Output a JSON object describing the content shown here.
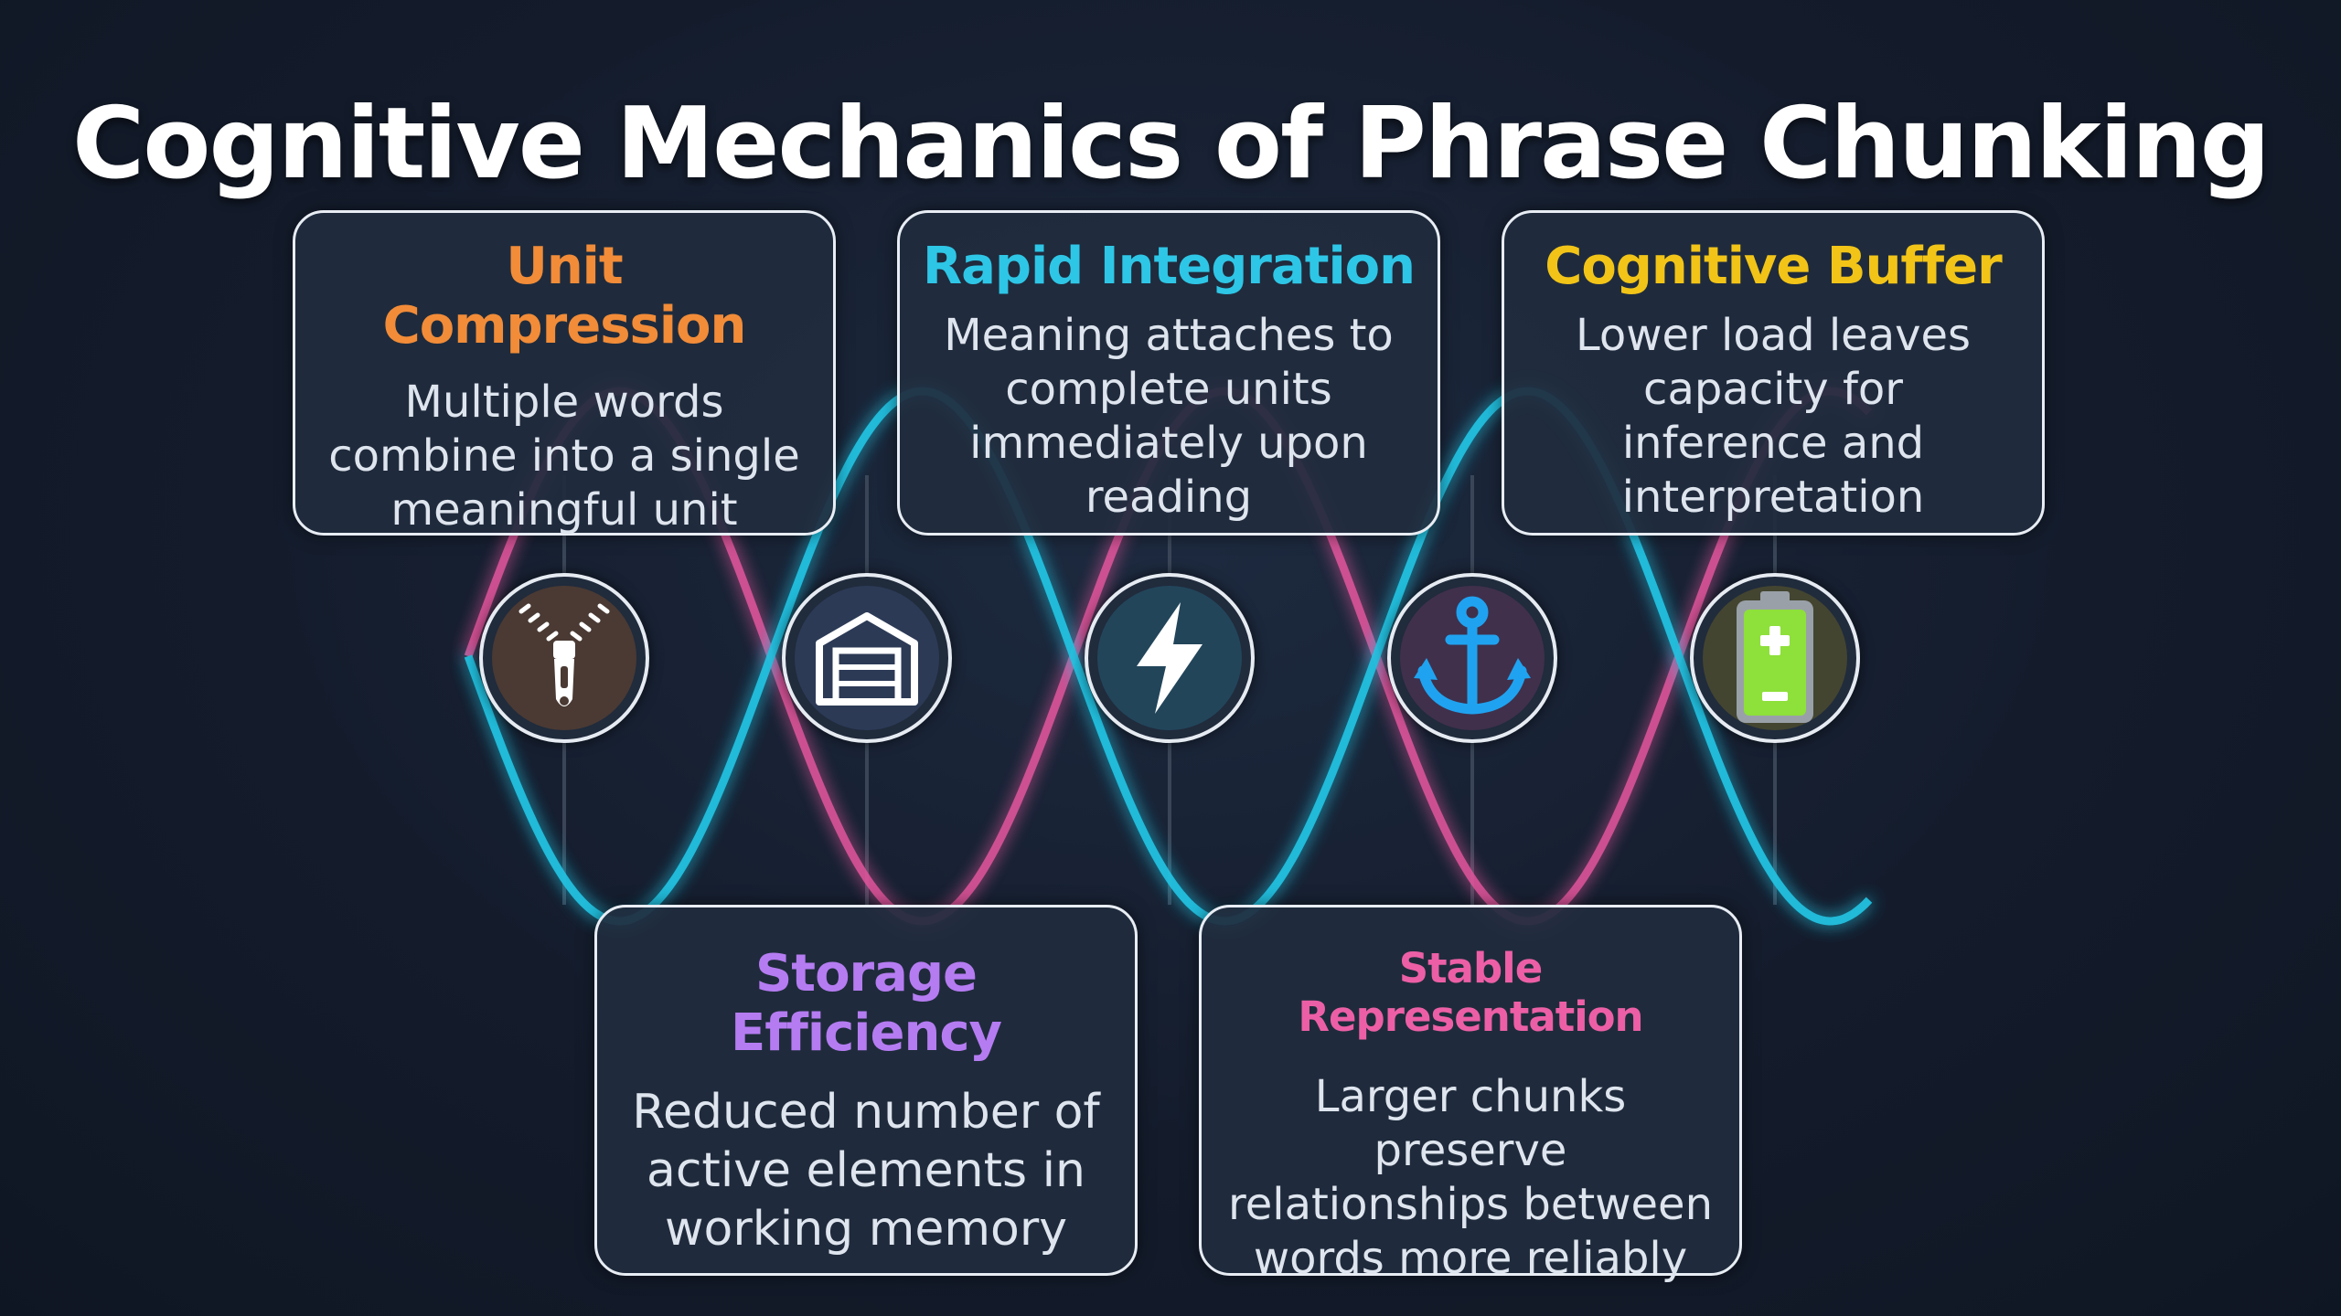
{
  "title": "Cognitive Mechanics of Phrase Chunking",
  "cards": [
    {
      "heading": "Unit Compression",
      "color": "#f28c38",
      "lines": [
        "Multiple words",
        "combine into a single",
        "meaningful unit"
      ]
    },
    {
      "heading": "Rapid Integration",
      "color": "#2ec6e6",
      "lines": [
        "Meaning attaches to",
        "complete units",
        "immediately upon",
        "reading"
      ]
    },
    {
      "heading": "Cognitive Buffer",
      "color": "#f2c418",
      "lines": [
        "Lower load leaves",
        "capacity for",
        "inference and",
        "interpretation"
      ]
    },
    {
      "heading": "Storage Efficiency",
      "color": "#b57cf2",
      "lines": [
        "Reduced number of",
        "active elements in",
        "working memory"
      ]
    },
    {
      "heading": "Stable Representation",
      "color": "#ec5fa6",
      "lines": [
        "Larger chunks",
        "preserve",
        "relationships between",
        "words more reliably"
      ]
    }
  ],
  "icons": [
    {
      "name": "zipper-icon",
      "bg": "#4a3a33"
    },
    {
      "name": "garage-icon",
      "bg": "#2c3a56"
    },
    {
      "name": "lightning-icon",
      "bg": "#22455a"
    },
    {
      "name": "anchor-icon",
      "bg": "#40304c"
    },
    {
      "name": "battery-icon",
      "bg": "#434530"
    }
  ],
  "colors": {
    "wave_cyan": "#22c3e2",
    "wave_pink": "#e0559c",
    "background": "#141c2c"
  }
}
